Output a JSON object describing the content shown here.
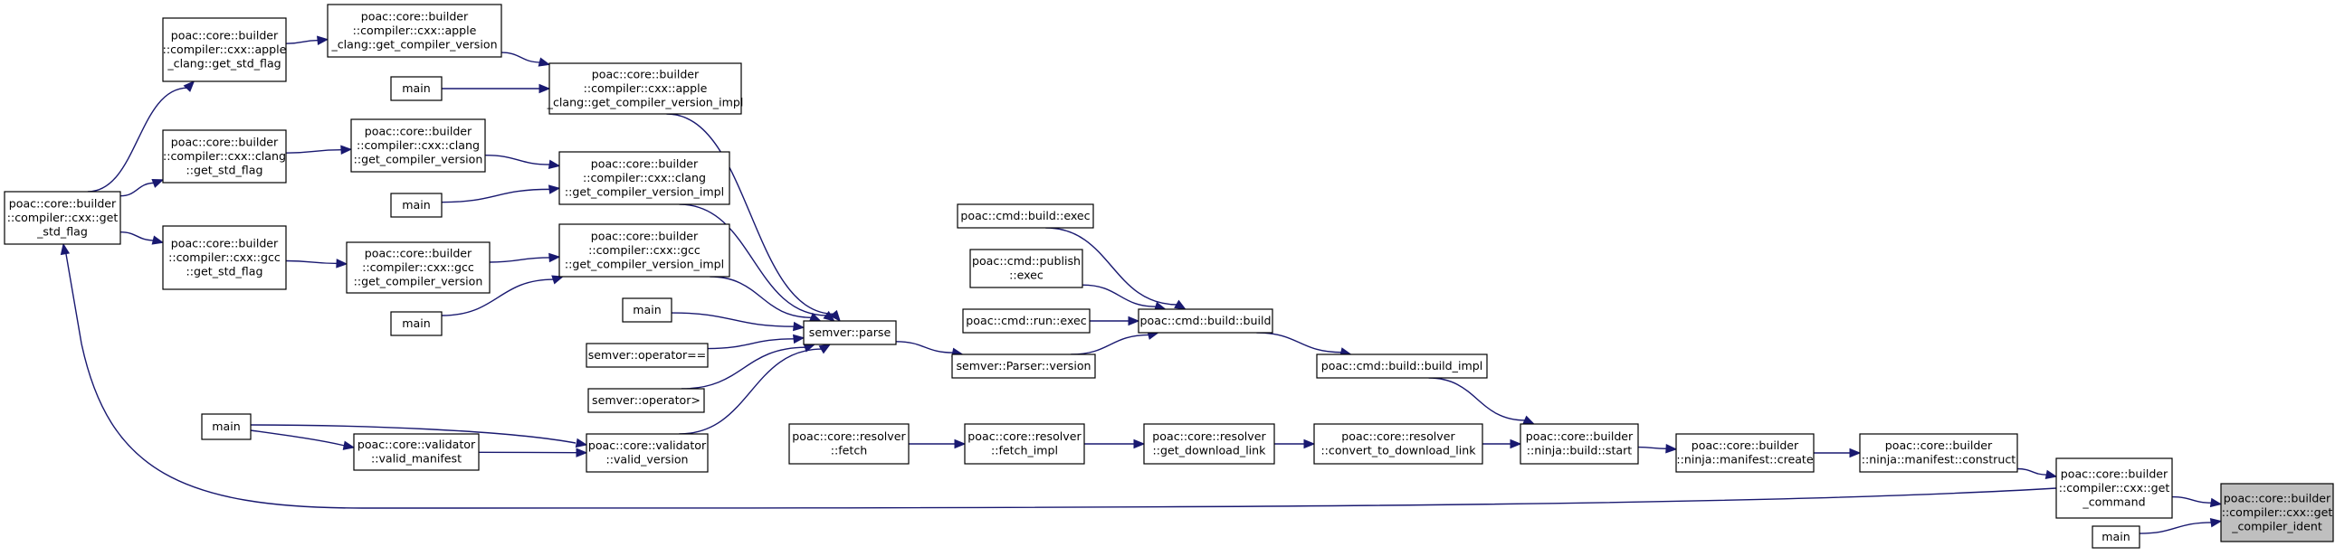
{
  "graph": {
    "edge_color": "#191970",
    "node_border_color": "#000000",
    "current_node_fill": "#bfbfbf",
    "nodes": [
      {
        "id": "get_std_flag",
        "lines": [
          "poac::core::builder",
          "::compiler::cxx::get",
          "_std_flag"
        ]
      },
      {
        "id": "apple_get_std_flag",
        "lines": [
          "poac::core::builder",
          "::compiler::cxx::apple",
          "_clang::get_std_flag"
        ]
      },
      {
        "id": "clang_get_std_flag",
        "lines": [
          "poac::core::builder",
          "::compiler::cxx::clang",
          "::get_std_flag"
        ]
      },
      {
        "id": "gcc_get_std_flag",
        "lines": [
          "poac::core::builder",
          "::compiler::cxx::gcc",
          "::get_std_flag"
        ]
      },
      {
        "id": "apple_get_compiler_version",
        "lines": [
          "poac::core::builder",
          "::compiler::cxx::apple",
          "_clang::get_compiler_version"
        ]
      },
      {
        "id": "main1",
        "lines": [
          "main"
        ]
      },
      {
        "id": "apple_impl",
        "lines": [
          "poac::core::builder",
          "::compiler::cxx::apple",
          "_clang::get_compiler_version_impl"
        ]
      },
      {
        "id": "clang_get_compiler_version",
        "lines": [
          "poac::core::builder",
          "::compiler::cxx::clang",
          "::get_compiler_version"
        ]
      },
      {
        "id": "main2",
        "lines": [
          "main"
        ]
      },
      {
        "id": "clang_impl",
        "lines": [
          "poac::core::builder",
          "::compiler::cxx::clang",
          "::get_compiler_version_impl"
        ]
      },
      {
        "id": "gcc_get_compiler_version",
        "lines": [
          "poac::core::builder",
          "::compiler::cxx::gcc",
          "::get_compiler_version"
        ]
      },
      {
        "id": "main3",
        "lines": [
          "main"
        ]
      },
      {
        "id": "gcc_impl",
        "lines": [
          "poac::core::builder",
          "::compiler::cxx::gcc",
          "::get_compiler_version_impl"
        ]
      },
      {
        "id": "main4",
        "lines": [
          "main"
        ]
      },
      {
        "id": "semver_eq",
        "lines": [
          "semver::operator=="
        ]
      },
      {
        "id": "semver_gt",
        "lines": [
          "semver::operator>"
        ]
      },
      {
        "id": "semver_parse",
        "lines": [
          "semver::parse"
        ]
      },
      {
        "id": "main5",
        "lines": [
          "main"
        ]
      },
      {
        "id": "valid_manifest",
        "lines": [
          "poac::core::validator",
          "::valid_manifest"
        ]
      },
      {
        "id": "valid_version",
        "lines": [
          "poac::core::validator",
          "::valid_version"
        ]
      },
      {
        "id": "resolver_fetch",
        "lines": [
          "poac::core::resolver",
          "::fetch"
        ]
      },
      {
        "id": "resolver_fetch_impl",
        "lines": [
          "poac::core::resolver",
          "::fetch_impl"
        ]
      },
      {
        "id": "get_download_link",
        "lines": [
          "poac::core::resolver",
          "::get_download_link"
        ]
      },
      {
        "id": "convert_to_download_link",
        "lines": [
          "poac::core::resolver",
          "::convert_to_download_link"
        ]
      },
      {
        "id": "build_exec",
        "lines": [
          "poac::cmd::build::exec"
        ]
      },
      {
        "id": "publish_exec",
        "lines": [
          "poac::cmd::publish",
          "::exec"
        ]
      },
      {
        "id": "run_exec",
        "lines": [
          "poac::cmd::run::exec"
        ]
      },
      {
        "id": "parser_version",
        "lines": [
          "semver::Parser::version"
        ]
      },
      {
        "id": "build_build",
        "lines": [
          "poac::cmd::build::build"
        ]
      },
      {
        "id": "build_impl",
        "lines": [
          "poac::cmd::build::build_impl"
        ]
      },
      {
        "id": "ninja_build_start",
        "lines": [
          "poac::core::builder",
          "::ninja::build::start"
        ]
      },
      {
        "id": "manifest_create",
        "lines": [
          "poac::core::builder",
          "::ninja::manifest::create"
        ]
      },
      {
        "id": "manifest_construct",
        "lines": [
          "poac::core::builder",
          "::ninja::manifest::construct"
        ]
      },
      {
        "id": "get_command",
        "lines": [
          "poac::core::builder",
          "::compiler::cxx::get",
          "_command"
        ]
      },
      {
        "id": "main6",
        "lines": [
          "main"
        ]
      },
      {
        "id": "get_compiler_ident",
        "lines": [
          "poac::core::builder",
          "::compiler::cxx::get",
          "_compiler_ident"
        ],
        "current": true
      }
    ],
    "edges": [
      {
        "from": "get_std_flag",
        "to": "apple_get_std_flag"
      },
      {
        "from": "get_std_flag",
        "to": "clang_get_std_flag"
      },
      {
        "from": "get_std_flag",
        "to": "gcc_get_std_flag"
      },
      {
        "from": "apple_get_std_flag",
        "to": "apple_get_compiler_version"
      },
      {
        "from": "apple_get_compiler_version",
        "to": "apple_impl"
      },
      {
        "from": "main1",
        "to": "apple_impl"
      },
      {
        "from": "clang_get_std_flag",
        "to": "clang_get_compiler_version"
      },
      {
        "from": "clang_get_compiler_version",
        "to": "clang_impl"
      },
      {
        "from": "main2",
        "to": "clang_impl"
      },
      {
        "from": "gcc_get_std_flag",
        "to": "gcc_get_compiler_version"
      },
      {
        "from": "gcc_get_compiler_version",
        "to": "gcc_impl"
      },
      {
        "from": "main3",
        "to": "gcc_impl"
      },
      {
        "from": "apple_impl",
        "to": "semver_parse"
      },
      {
        "from": "clang_impl",
        "to": "semver_parse"
      },
      {
        "from": "gcc_impl",
        "to": "semver_parse"
      },
      {
        "from": "main4",
        "to": "semver_parse"
      },
      {
        "from": "semver_eq",
        "to": "semver_parse"
      },
      {
        "from": "semver_gt",
        "to": "semver_parse"
      },
      {
        "from": "valid_version",
        "to": "semver_parse"
      },
      {
        "from": "semver_parse",
        "to": "parser_version"
      },
      {
        "from": "main5",
        "to": "valid_version"
      },
      {
        "from": "main5",
        "to": "valid_manifest"
      },
      {
        "from": "valid_manifest",
        "to": "valid_version"
      },
      {
        "from": "resolver_fetch",
        "to": "resolver_fetch_impl"
      },
      {
        "from": "resolver_fetch_impl",
        "to": "get_download_link"
      },
      {
        "from": "get_download_link",
        "to": "convert_to_download_link"
      },
      {
        "from": "convert_to_download_link",
        "to": "ninja_build_start"
      },
      {
        "from": "build_exec",
        "to": "build_build"
      },
      {
        "from": "publish_exec",
        "to": "build_build"
      },
      {
        "from": "run_exec",
        "to": "build_build"
      },
      {
        "from": "parser_version",
        "to": "build_build"
      },
      {
        "from": "build_build",
        "to": "build_impl"
      },
      {
        "from": "build_impl",
        "to": "ninja_build_start"
      },
      {
        "from": "ninja_build_start",
        "to": "manifest_create"
      },
      {
        "from": "manifest_create",
        "to": "manifest_construct"
      },
      {
        "from": "manifest_construct",
        "to": "get_command"
      },
      {
        "from": "get_command",
        "to": "get_compiler_ident"
      },
      {
        "from": "get_command",
        "to": "get_std_flag"
      },
      {
        "from": "main6",
        "to": "get_compiler_ident"
      }
    ]
  }
}
